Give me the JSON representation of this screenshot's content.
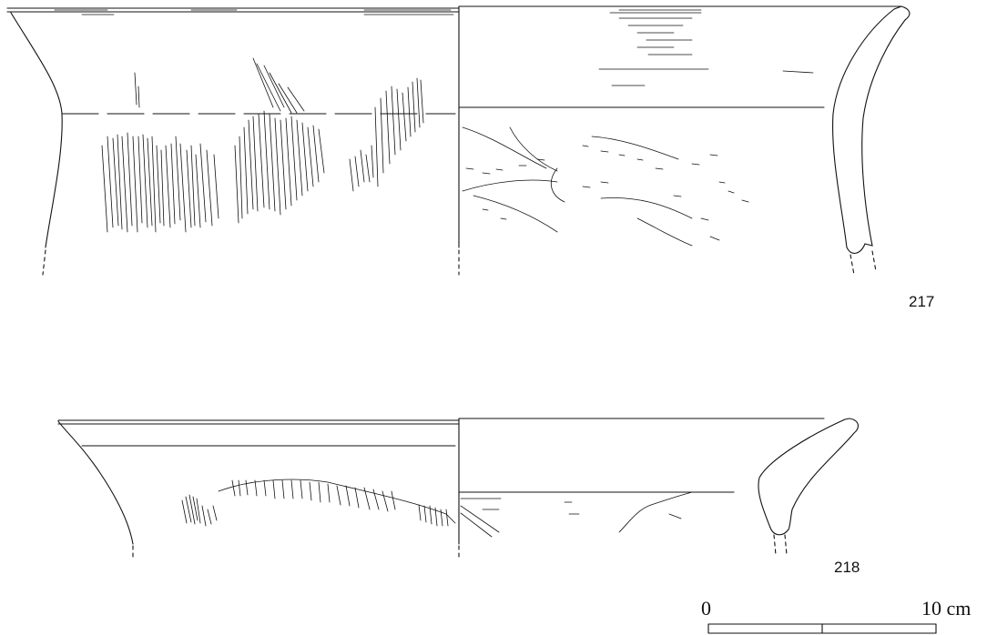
{
  "catalogue_numbers": [
    "217",
    "218"
  ],
  "scale_bar": {
    "start_label": "0",
    "end_label": "10 cm",
    "segments": 2
  }
}
